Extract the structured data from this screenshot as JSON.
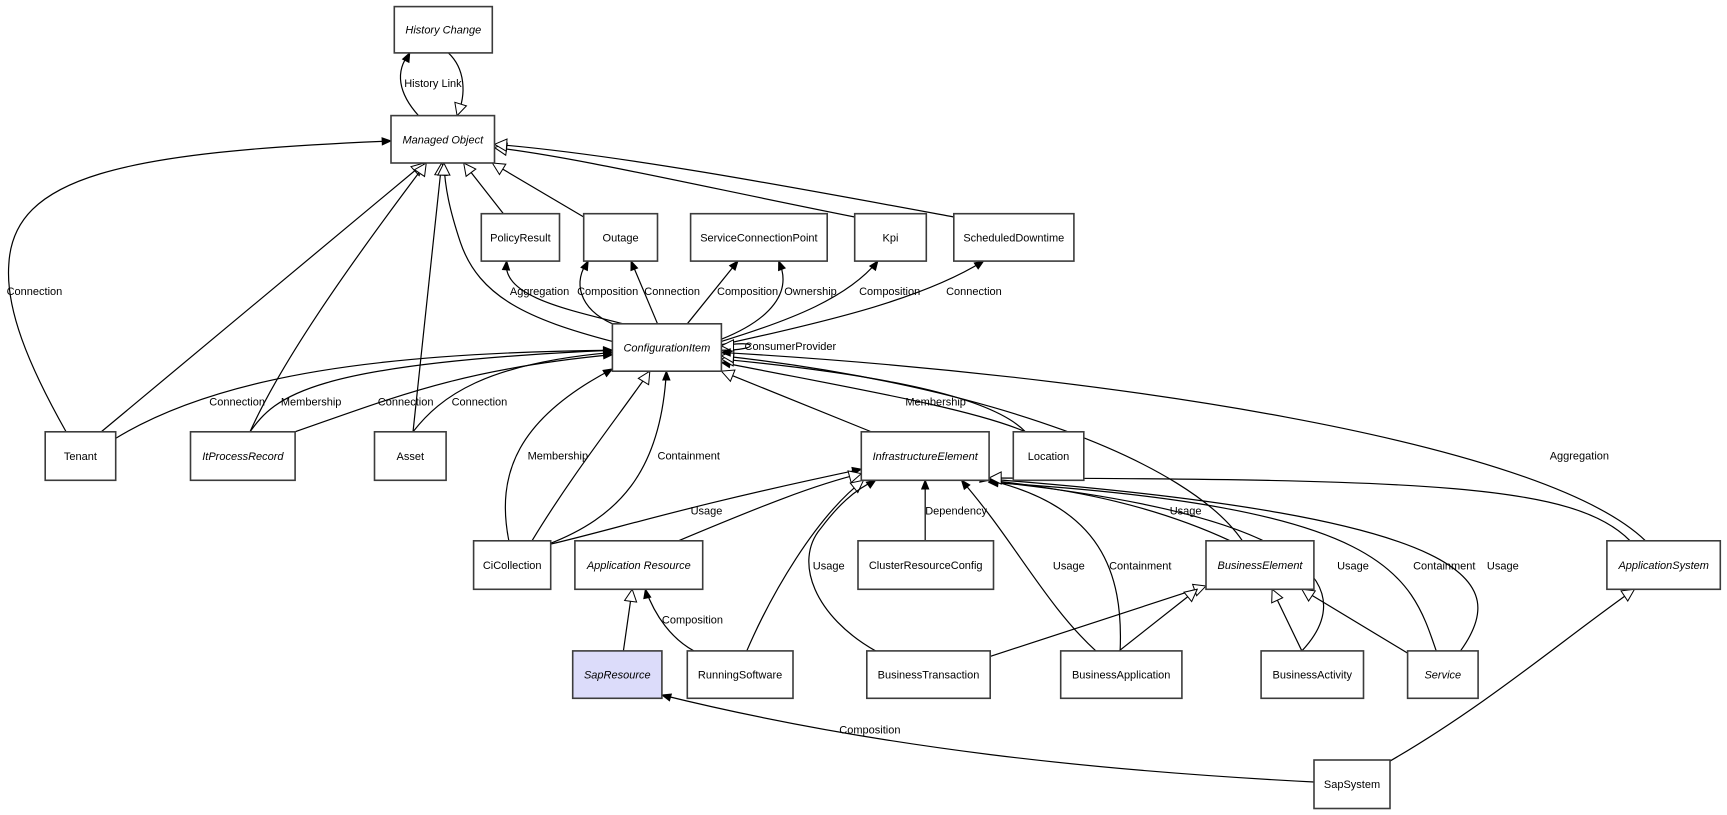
{
  "diagram": {
    "title": "Managed Object class model",
    "highlight_color": "#dcdcfa",
    "nodes": [
      {
        "id": "history_change",
        "label": "History Change",
        "abstract": true
      },
      {
        "id": "managed_object",
        "label": "Managed Object",
        "abstract": true
      },
      {
        "id": "policy_result",
        "label": "PolicyResult",
        "abstract": false
      },
      {
        "id": "outage",
        "label": "Outage",
        "abstract": false
      },
      {
        "id": "service_connection_point",
        "label": "ServiceConnectionPoint",
        "abstract": false
      },
      {
        "id": "kpi",
        "label": "Kpi",
        "abstract": false
      },
      {
        "id": "scheduled_downtime",
        "label": "ScheduledDowntime",
        "abstract": false
      },
      {
        "id": "configuration_item",
        "label": "ConfigurationItem",
        "abstract": true
      },
      {
        "id": "tenant",
        "label": "Tenant",
        "abstract": false
      },
      {
        "id": "it_process_record",
        "label": "ItProcessRecord",
        "abstract": true
      },
      {
        "id": "asset",
        "label": "Asset",
        "abstract": false
      },
      {
        "id": "infrastructure_element",
        "label": "InfrastructureElement",
        "abstract": true
      },
      {
        "id": "location",
        "label": "Location",
        "abstract": false
      },
      {
        "id": "ci_collection",
        "label": "CiCollection",
        "abstract": false
      },
      {
        "id": "application_resource",
        "label": "Application Resource",
        "abstract": true
      },
      {
        "id": "cluster_resource_config",
        "label": "ClusterResourceConfig",
        "abstract": false
      },
      {
        "id": "business_element",
        "label": "BusinessElement",
        "abstract": true
      },
      {
        "id": "application_system",
        "label": "ApplicationSystem",
        "abstract": true
      },
      {
        "id": "sap_resource",
        "label": "SapResource",
        "abstract": true,
        "highlighted": true
      },
      {
        "id": "running_software",
        "label": "RunningSoftware",
        "abstract": false
      },
      {
        "id": "business_transaction",
        "label": "BusinessTransaction",
        "abstract": false
      },
      {
        "id": "business_application",
        "label": "BusinessApplication",
        "abstract": false
      },
      {
        "id": "business_activity",
        "label": "BusinessActivity",
        "abstract": false
      },
      {
        "id": "service",
        "label": "Service",
        "abstract": true
      },
      {
        "id": "sap_system",
        "label": "SapSystem",
        "abstract": false
      }
    ],
    "edges": [
      {
        "from": "managed_object",
        "to": "history_change",
        "kind": "association",
        "label": "History Link"
      },
      {
        "from": "history_change",
        "to": "managed_object",
        "kind": "generalization",
        "label": ""
      },
      {
        "from": "tenant",
        "to": "managed_object",
        "kind": "association",
        "label": "Connection"
      },
      {
        "from": "tenant",
        "to": "managed_object",
        "kind": "generalization",
        "label": ""
      },
      {
        "from": "it_process_record",
        "to": "managed_object",
        "kind": "generalization",
        "label": ""
      },
      {
        "from": "asset",
        "to": "managed_object",
        "kind": "generalization",
        "label": ""
      },
      {
        "from": "configuration_item",
        "to": "managed_object",
        "kind": "generalization",
        "label": ""
      },
      {
        "from": "policy_result",
        "to": "managed_object",
        "kind": "generalization",
        "label": ""
      },
      {
        "from": "outage",
        "to": "managed_object",
        "kind": "generalization",
        "label": ""
      },
      {
        "from": "kpi",
        "to": "managed_object",
        "kind": "generalization",
        "label": ""
      },
      {
        "from": "scheduled_downtime",
        "to": "managed_object",
        "kind": "generalization",
        "label": ""
      },
      {
        "from": "configuration_item",
        "to": "policy_result",
        "kind": "association",
        "label": "Aggregation"
      },
      {
        "from": "configuration_item",
        "to": "outage",
        "kind": "association",
        "label": "Composition"
      },
      {
        "from": "configuration_item",
        "to": "outage",
        "kind": "association",
        "label": "Connection"
      },
      {
        "from": "configuration_item",
        "to": "service_connection_point",
        "kind": "association",
        "label": "Composition"
      },
      {
        "from": "configuration_item",
        "to": "service_connection_point",
        "kind": "association",
        "label": "Ownership"
      },
      {
        "from": "configuration_item",
        "to": "kpi",
        "kind": "association",
        "label": "Composition"
      },
      {
        "from": "configuration_item",
        "to": "scheduled_downtime",
        "kind": "association",
        "label": "Connection"
      },
      {
        "from": "configuration_item",
        "to": "configuration_item",
        "kind": "generalization",
        "label": "ConsumerProvider"
      },
      {
        "from": "tenant",
        "to": "configuration_item",
        "kind": "association",
        "label": "Connection"
      },
      {
        "from": "it_process_record",
        "to": "configuration_item",
        "kind": "association",
        "label": "Membership"
      },
      {
        "from": "it_process_record",
        "to": "configuration_item",
        "kind": "association",
        "label": "Connection"
      },
      {
        "from": "asset",
        "to": "configuration_item",
        "kind": "association",
        "label": "Connection"
      },
      {
        "from": "ci_collection",
        "to": "configuration_item",
        "kind": "association",
        "label": "Membership"
      },
      {
        "from": "ci_collection",
        "to": "configuration_item",
        "kind": "generalization",
        "label": ""
      },
      {
        "from": "ci_collection",
        "to": "configuration_item",
        "kind": "association",
        "label": "Containment"
      },
      {
        "from": "infrastructure_element",
        "to": "configuration_item",
        "kind": "generalization",
        "label": ""
      },
      {
        "from": "location",
        "to": "configuration_item",
        "kind": "association",
        "label": "Membership"
      },
      {
        "from": "location",
        "to": "configuration_item",
        "kind": "generalization",
        "label": ""
      },
      {
        "from": "business_element",
        "to": "configuration_item",
        "kind": "generalization",
        "label": ""
      },
      {
        "from": "application_system",
        "to": "configuration_item",
        "kind": "association",
        "label": "Aggregation"
      },
      {
        "from": "ci_collection",
        "to": "infrastructure_element",
        "kind": "association",
        "label": "Usage"
      },
      {
        "from": "application_resource",
        "to": "infrastructure_element",
        "kind": "generalization",
        "label": ""
      },
      {
        "from": "running_software",
        "to": "infrastructure_element",
        "kind": "generalization",
        "label": ""
      },
      {
        "from": "business_transaction",
        "to": "infrastructure_element",
        "kind": "association",
        "label": "Usage"
      },
      {
        "from": "cluster_resource_config",
        "to": "infrastructure_element",
        "kind": "association",
        "label": "Dependency"
      },
      {
        "from": "business_application",
        "to": "infrastructure_element",
        "kind": "association",
        "label": "Usage"
      },
      {
        "from": "business_application",
        "to": "infrastructure_element",
        "kind": "association",
        "label": "Containment"
      },
      {
        "from": "business_element",
        "to": "infrastructure_element",
        "kind": "association",
        "label": "Usage"
      },
      {
        "from": "business_activity",
        "to": "infrastructure_element",
        "kind": "association",
        "label": "Usage"
      },
      {
        "from": "service",
        "to": "infrastructure_element",
        "kind": "association",
        "label": "Containment"
      },
      {
        "from": "service",
        "to": "infrastructure_element",
        "kind": "association",
        "label": "Usage"
      },
      {
        "from": "application_system",
        "to": "infrastructure_element",
        "kind": "generalization",
        "label": ""
      },
      {
        "from": "sap_resource",
        "to": "application_resource",
        "kind": "generalization",
        "label": ""
      },
      {
        "from": "running_software",
        "to": "application_resource",
        "kind": "association",
        "label": "Composition"
      },
      {
        "from": "business_transaction",
        "to": "business_element",
        "kind": "generalization",
        "label": ""
      },
      {
        "from": "business_application",
        "to": "business_element",
        "kind": "generalization",
        "label": ""
      },
      {
        "from": "business_activity",
        "to": "business_element",
        "kind": "generalization",
        "label": ""
      },
      {
        "from": "service",
        "to": "business_element",
        "kind": "generalization",
        "label": ""
      },
      {
        "from": "sap_system",
        "to": "application_system",
        "kind": "generalization",
        "label": ""
      },
      {
        "from": "sap_system",
        "to": "sap_resource",
        "kind": "association",
        "label": "Composition"
      }
    ]
  }
}
